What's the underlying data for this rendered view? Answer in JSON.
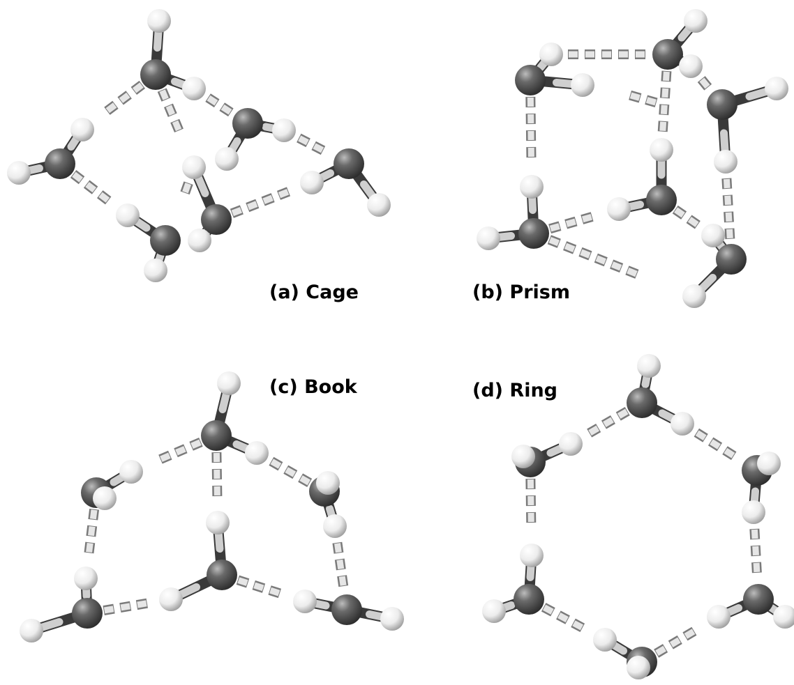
{
  "panels": [
    {
      "id": "a",
      "label": "(a) Cage"
    },
    {
      "id": "b",
      "label": "(b) Prism"
    },
    {
      "id": "c",
      "label": "(c) Book"
    },
    {
      "id": "d",
      "label": "(d) Ring"
    }
  ],
  "colors": {
    "oxygen": "#4a4a4a",
    "hydrogen": "#f2f2f2",
    "hbond": "#cfcfcf",
    "background": "#ffffff"
  }
}
